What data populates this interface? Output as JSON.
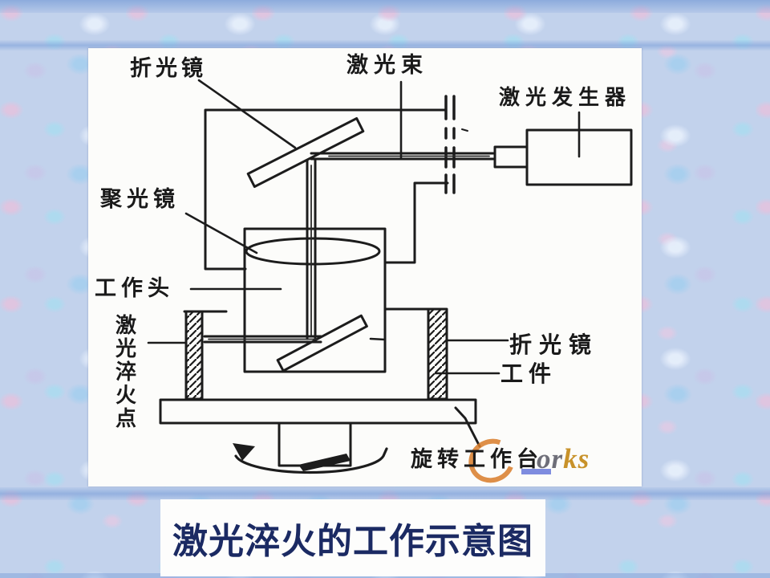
{
  "slide": {
    "background": {
      "base": "#c2d2ec",
      "pink_blob": "#e8c0dc",
      "cyan_blob": "#aadcf0",
      "streak_blue": "#7d9fd4"
    },
    "diagram": {
      "ink": "#1c1c1c",
      "labels": {
        "mirror_top": "折光镜",
        "laser_beam": "激光束",
        "laser_generator": "激光发生器",
        "condenser_lens": "聚光镜",
        "work_head": "工作头",
        "hardening_point": "激光淬火点",
        "mirror_right": "折光镜",
        "workpiece": "工件",
        "rotary_table": "旋转工作台"
      },
      "watermark": {
        "icon": "eworks-logo",
        "part1": "or",
        "part2": "ks",
        "accent_orange": "#d97c28",
        "letter_gray": "#6e6e78",
        "letter_gold": "#c8922a"
      }
    },
    "caption": {
      "text": "激光淬火的工作示意图",
      "color": "#1b2a63"
    }
  }
}
